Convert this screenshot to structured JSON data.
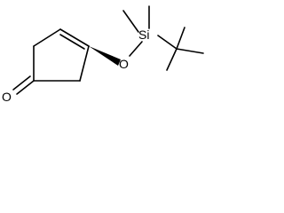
{
  "molecule": {
    "atom_labels": {
      "oxygen_carbonyl": "O",
      "oxygen_ether": "O",
      "silicon": "Si"
    },
    "stereo_bond": "wedge",
    "colors": {
      "bond": "#000000",
      "text": "#000000",
      "background": "#ffffff"
    }
  }
}
